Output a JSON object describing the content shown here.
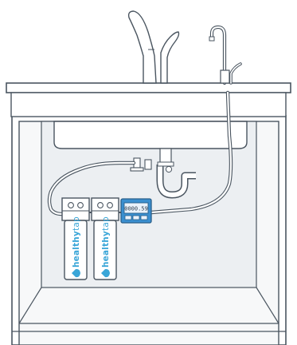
{
  "colors": {
    "outline": "#4a5560",
    "cabinet_interior": "#eceff2",
    "cabinet_back": "#f7f8f9",
    "sink_fill": "#ffffff",
    "faucet_fill": "#ffffff",
    "filter_fill": "#ffffff",
    "filter_brand": "#3aa6d8",
    "meter_body": "#3a8fd0",
    "meter_screen": "#eaf2fb"
  },
  "meter": {
    "reading": "0000.59"
  },
  "filters": [
    {
      "brand_prefix": "healthy",
      "brand_suffix": "tap",
      "icon": "healthytap-drop-icon"
    },
    {
      "brand_prefix": "healthy",
      "brand_suffix": "tap",
      "icon": "healthytap-drop-icon"
    }
  ],
  "icons": {
    "main_faucet": "kitchen-faucet-icon",
    "drinking_tap": "drinking-water-tap-icon",
    "p_trap": "drain-p-trap-icon"
  }
}
